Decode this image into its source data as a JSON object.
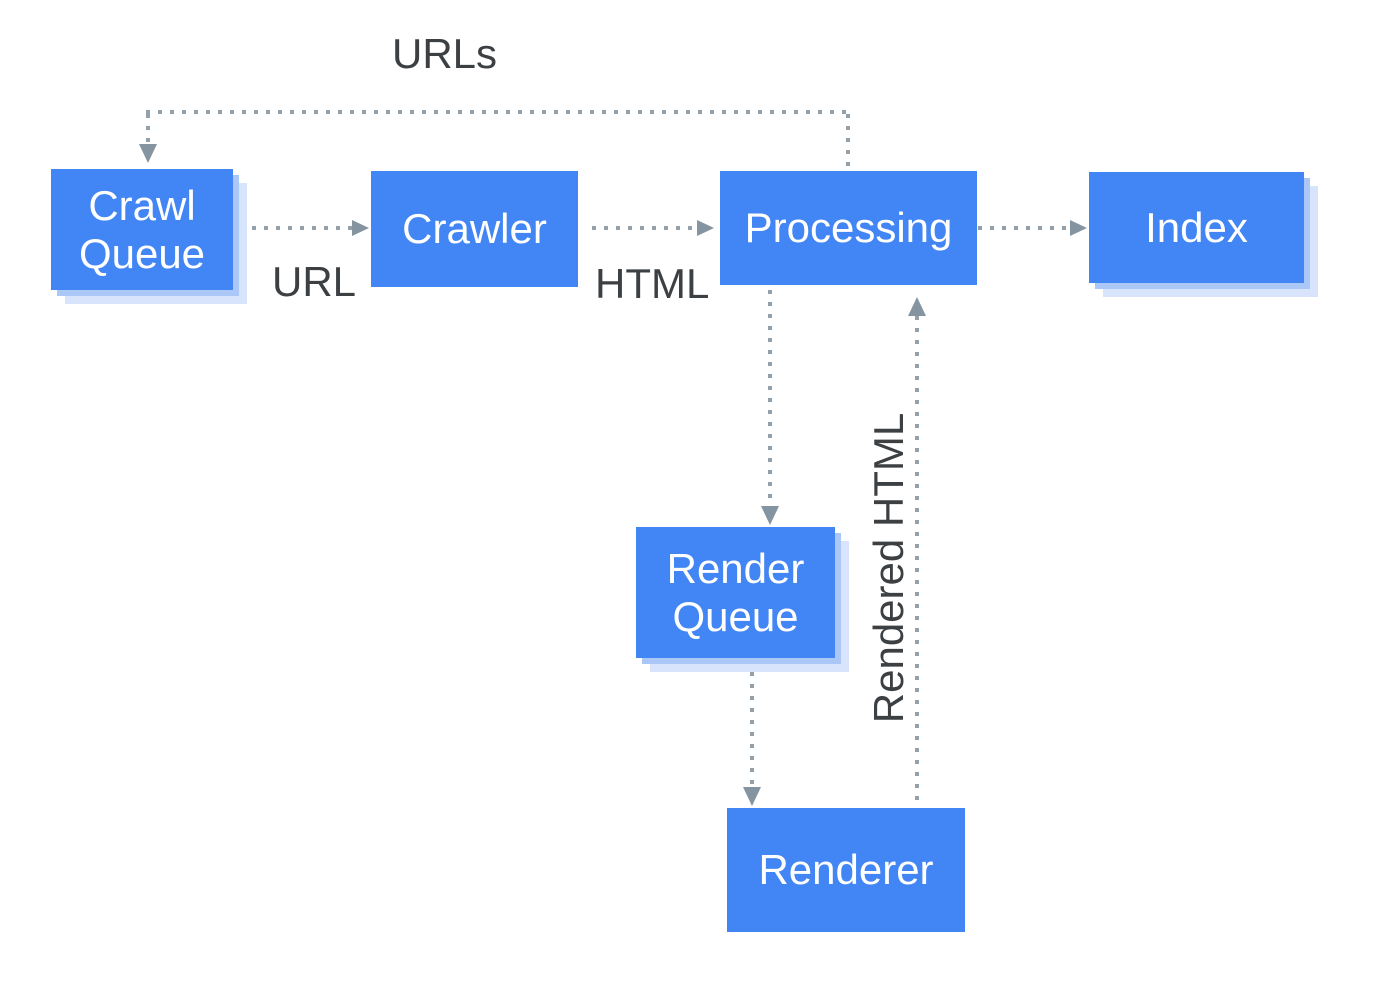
{
  "nodes": {
    "crawl_queue": {
      "label": "Crawl Queue"
    },
    "crawler": {
      "label": "Crawler"
    },
    "processing": {
      "label": "Processing"
    },
    "index": {
      "label": "Index"
    },
    "render_queue": {
      "label": "Render Queue"
    },
    "renderer": {
      "label": "Renderer"
    }
  },
  "edge_labels": {
    "urls": "URLs",
    "url": "URL",
    "html": "HTML",
    "rendered_html": "Rendered HTML"
  },
  "colors": {
    "node_fill": "#4285f4",
    "node_text": "#ffffff",
    "stack_layer_mid": "#aac7f8",
    "stack_layer_light": "#d7e4fc",
    "connector_dot": "#94a1ab",
    "arrowhead": "#8494a0",
    "label_text": "#3c4043",
    "background": "#ffffff"
  }
}
